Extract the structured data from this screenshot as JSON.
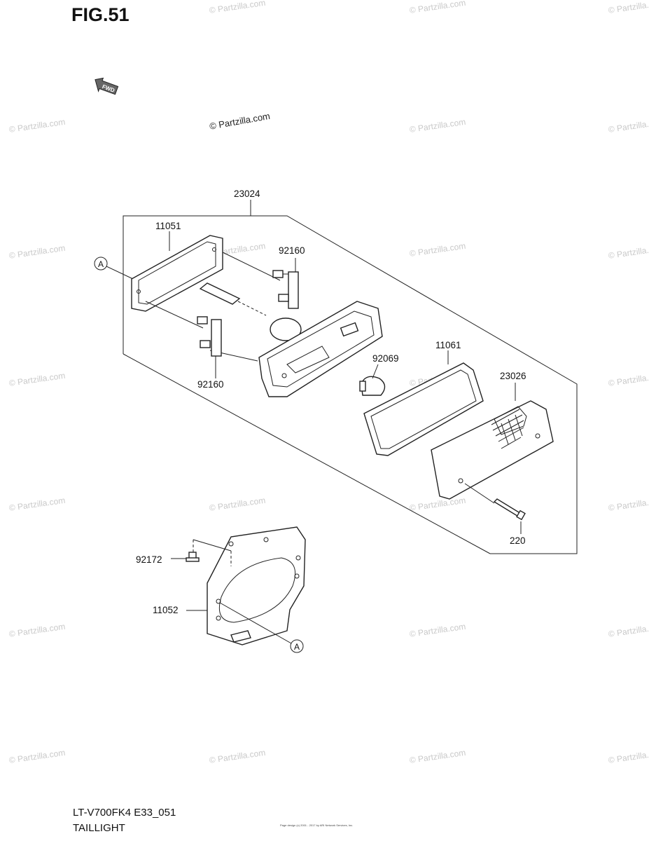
{
  "figure": {
    "title": "FIG.51"
  },
  "footer": {
    "model_code": "LT-V700FK4 E33_051",
    "section_name": "TAILLIGHT",
    "small_text": "Page design (c) 2001 - 2017 by ARI Network Services, Inc."
  },
  "watermark": {
    "text": "© Partzilla.com"
  },
  "direction_marker": {
    "text": "FWD",
    "icon": "forward-arrow-icon"
  },
  "callouts": [
    {
      "id": "assembly",
      "label": "23024"
    },
    {
      "id": "lens-gasket-top",
      "label": "11051"
    },
    {
      "id": "socket-top",
      "label": "92160"
    },
    {
      "id": "socket-bottom",
      "label": "92160"
    },
    {
      "id": "bulb",
      "label": "92069"
    },
    {
      "id": "lens-gasket",
      "label": "11061"
    },
    {
      "id": "lens",
      "label": "23026"
    },
    {
      "id": "screw",
      "label": "220"
    },
    {
      "id": "bolt",
      "label": "92172"
    },
    {
      "id": "bracket",
      "label": "11052"
    }
  ],
  "reference_marks": [
    {
      "id": "ref-a-top",
      "label": "A"
    },
    {
      "id": "ref-a-bottom",
      "label": "A"
    }
  ]
}
